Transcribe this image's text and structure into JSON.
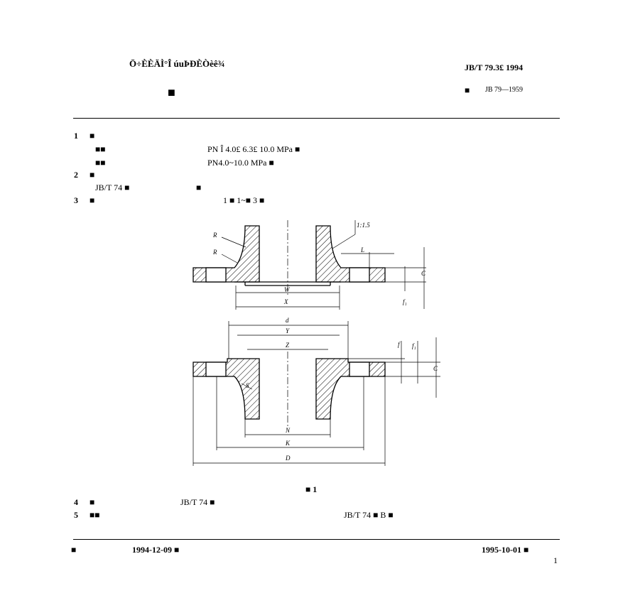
{
  "header": {
    "title_garbled": "Ö÷ÈÈÄÌ°Î úuÞÐÈÒèê¾",
    "doc_number": "JB/T 79.3£ 1994",
    "subtitle_glyph": "■",
    "replaces_glyph": "■",
    "replaces": "JB 79—1959"
  },
  "sections": [
    {
      "num": "1",
      "head": "■"
    },
    {
      "sub": "■■",
      "text": "PN Î 4.0£ 6.3£ 10.0 MPa ■"
    },
    {
      "sub": "■■",
      "text": "PN4.0~10.0 MPa ■"
    },
    {
      "num": "2",
      "head": "■"
    },
    {
      "text": "JB/T 74 ■",
      "text2": "■"
    },
    {
      "num": "3",
      "head": "■",
      "text": "1 ■ 1~■ 3 ■"
    }
  ],
  "figure": {
    "caption": "■ 1",
    "labels": {
      "R": "R",
      "W": "W",
      "X": "X",
      "d": "d",
      "Y": "Y",
      "Z": "Z",
      "N": "N",
      "K": "K",
      "D": "D",
      "L": "L",
      "C": "C",
      "f": "f",
      "f1": "f₁",
      "S": "S",
      "slope": "1:1.5"
    }
  },
  "sections2": [
    {
      "num": "4",
      "head": "■",
      "text": "JB/T 74 ■"
    },
    {
      "num": "5",
      "head": "■■",
      "text": "JB/T 74 ■ B ■"
    }
  ],
  "footer": {
    "left_glyph": "■",
    "issued": "1994-12-09 ■",
    "effective": "1995-10-01 ■",
    "page": "1"
  }
}
